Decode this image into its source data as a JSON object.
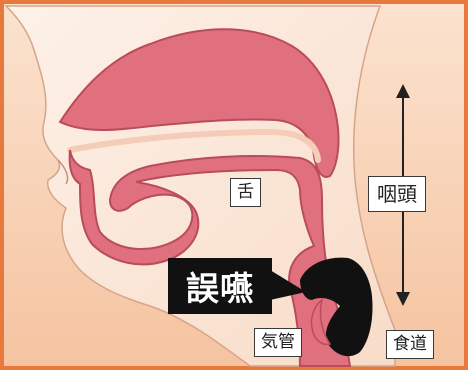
{
  "labels": {
    "tongue": "舌",
    "pharynx": "咽頭",
    "trachea": "気管",
    "esophagus": "食道"
  },
  "callout": {
    "text": "誤嚥"
  },
  "colors": {
    "frame": "#e8793c",
    "background_top": "#fbe1cc",
    "background_bottom": "#f6c7a6",
    "tissue_pink": "#e0707e",
    "tissue_outline": "#b94c5b",
    "cavity_dark": "#111111",
    "callout_bg": "#111111"
  }
}
